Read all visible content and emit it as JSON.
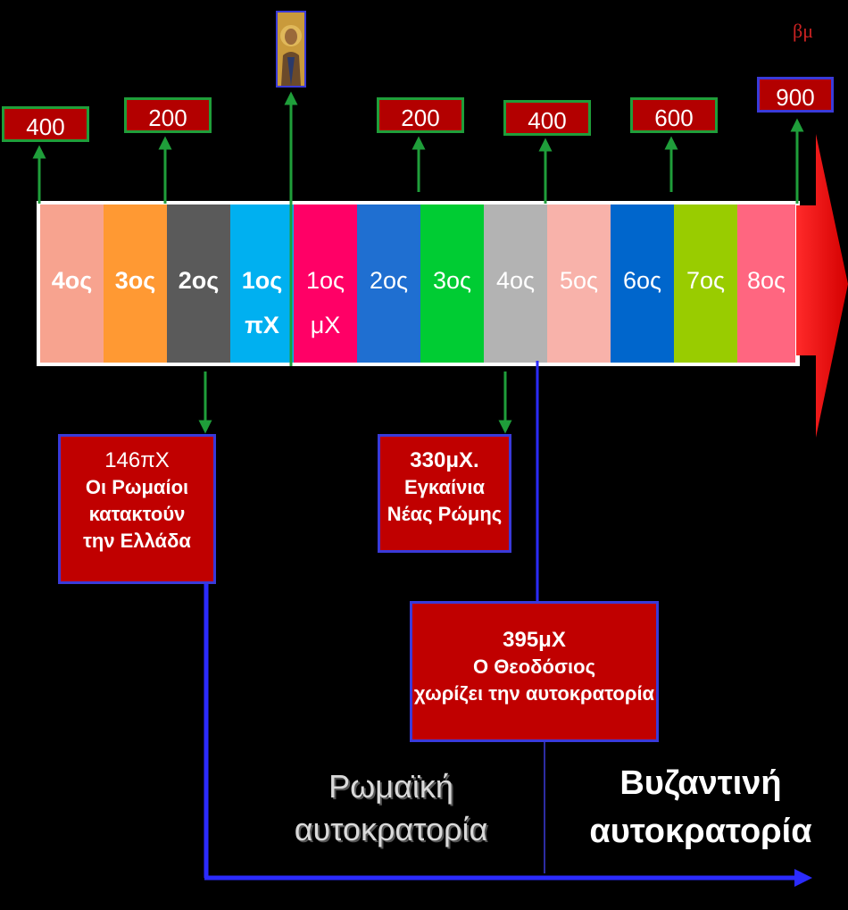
{
  "corner_mark": "βμ",
  "years": [
    "400",
    "200",
    "200",
    "400",
    "600",
    "900"
  ],
  "centuries": [
    {
      "l1": "4ος",
      "l2": "",
      "color": "#f7a38f",
      "bold": true
    },
    {
      "l1": "3ος",
      "l2": "",
      "color": "#ff9933",
      "bold": true
    },
    {
      "l1": "2ος",
      "l2": "",
      "color": "#5a5a5a",
      "bold": true
    },
    {
      "l1": "1ος",
      "l2": "πΧ",
      "color": "#00b0f0",
      "bold": true
    },
    {
      "l1": "1ος",
      "l2": "μΧ",
      "color": "#ff0066",
      "bold": false
    },
    {
      "l1": "2ος",
      "l2": "",
      "color": "#1f6fd1",
      "bold": false
    },
    {
      "l1": "3ος",
      "l2": "",
      "color": "#00cc33",
      "bold": false
    },
    {
      "l1": "4ος",
      "l2": "",
      "color": "#b3b3b3",
      "bold": false
    },
    {
      "l1": "5ος",
      "l2": "",
      "color": "#f8b2aa",
      "bold": false
    },
    {
      "l1": "6ος",
      "l2": "",
      "color": "#0066cc",
      "bold": false
    },
    {
      "l1": "7ος",
      "l2": "",
      "color": "#99cc00",
      "bold": false
    },
    {
      "l1": "8ος",
      "l2": "",
      "color": "#ff6680",
      "bold": false
    }
  ],
  "events": {
    "e146": {
      "date": "146πΧ",
      "lines": [
        "Οι Ρωμαίοι",
        "κατακτούν",
        "την Ελλάδα"
      ]
    },
    "e330": {
      "date": "330μΧ.",
      "lines": [
        "Εγκαίνια",
        "Νέας Ρώμης"
      ]
    },
    "e395": {
      "date": "395μΧ",
      "lines": [
        "Ο Θεοδόσιος",
        "χωρίζει την αυτοκρατορία"
      ]
    }
  },
  "eras": {
    "roman": [
      "Ρωμαϊκή",
      "αυτοκρατορία"
    ],
    "byzantine": [
      "Βυζαντινή",
      "αυτοκρατορία"
    ]
  },
  "colors": {
    "arrow_green": "#1f9e3a",
    "arrow_blue": "#2b2bff",
    "box_red": "#c00000",
    "timeline_arrow": "#ff1a1a"
  }
}
